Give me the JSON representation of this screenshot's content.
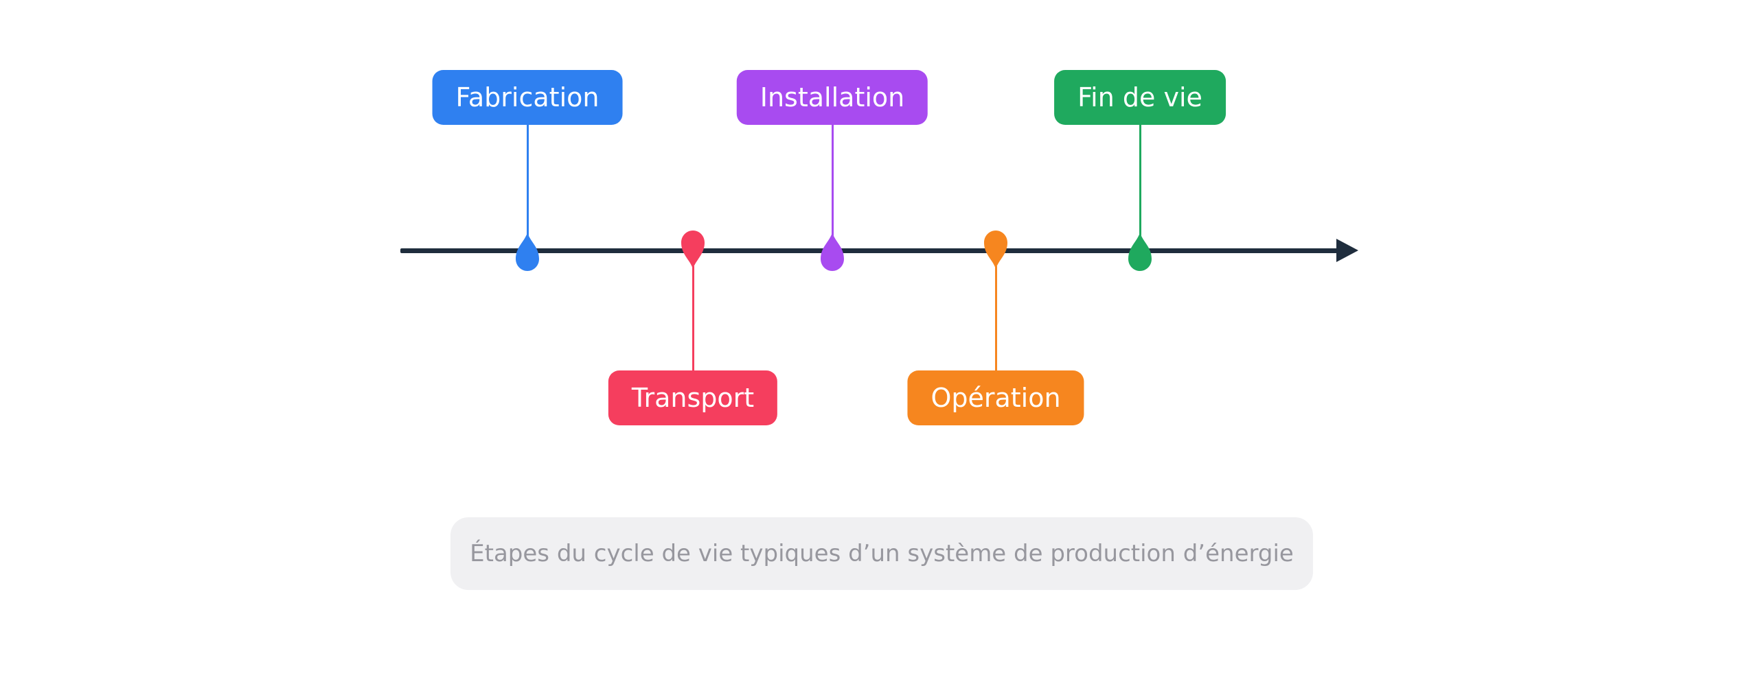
{
  "timeline": {
    "axis_color": "#1f2d3d",
    "label_text_color": "#ffffff",
    "stages": [
      {
        "label": "Fabrication",
        "color": "#2f80f0",
        "position": "above"
      },
      {
        "label": "Transport",
        "color": "#f53e5e",
        "position": "below"
      },
      {
        "label": "Installation",
        "color": "#a84bf0",
        "position": "above"
      },
      {
        "label": "Opération",
        "color": "#f6861f",
        "position": "below"
      },
      {
        "label": "Fin de vie",
        "color": "#1fa95e",
        "position": "above"
      }
    ]
  },
  "caption": {
    "text": "Étapes du cycle de vie typiques d’un système de production d’énergie",
    "background": "#f0f0f2",
    "text_color": "#97979e"
  }
}
